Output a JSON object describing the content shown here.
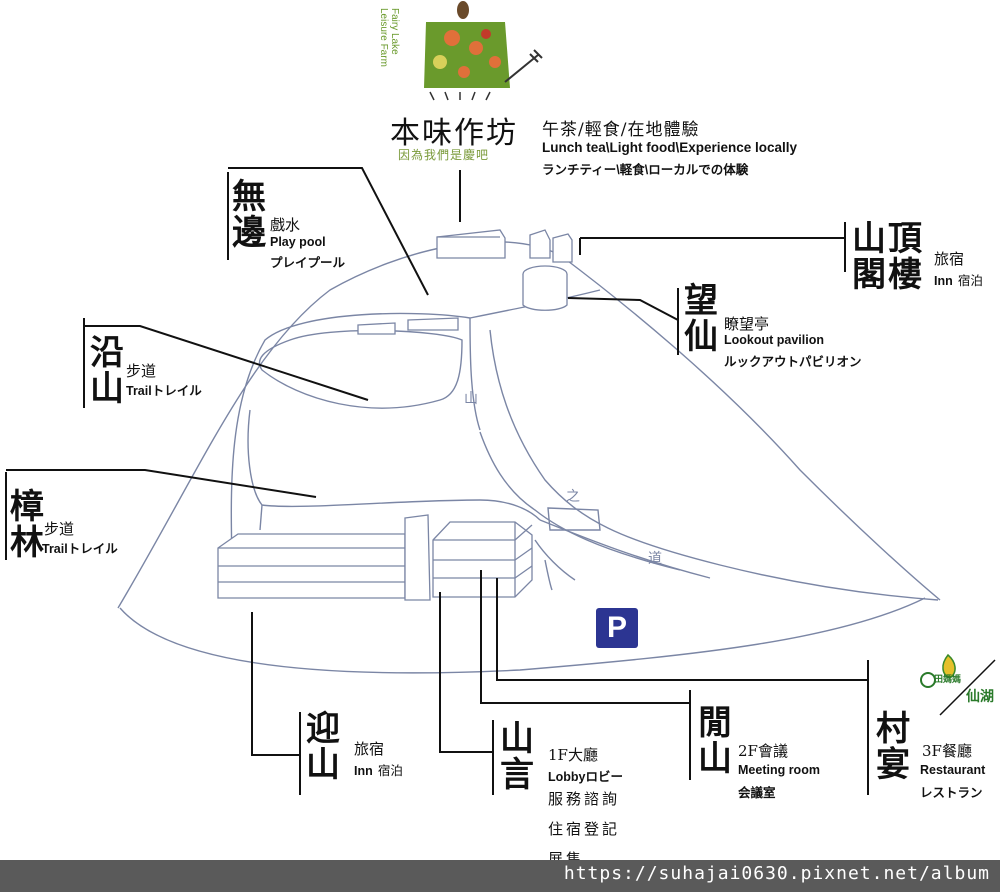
{
  "logo": {
    "side_text_1": "Fairy Lake",
    "side_text_2": "Leisure Farm"
  },
  "workshop": {
    "name": "本味作坊",
    "tagline": "因為我們是慶吧",
    "desc_zh": "午茶/輕食/在地體驗",
    "desc_en": "Lunch tea\\Light food\\Experience locally",
    "desc_jp": "ランチティー\\軽食\\ローカルでの体験"
  },
  "play_pool": {
    "name_1": "無",
    "name_2": "邊",
    "zh": "戲水",
    "en": "Play pool",
    "jp": "プレイプール"
  },
  "inn_top": {
    "name_1": "山頂",
    "name_2": "閣樓",
    "zh": "旅宿",
    "en": "Inn",
    "jp": "宿泊"
  },
  "pavilion": {
    "name_1": "望",
    "name_2": "仙",
    "zh": "瞭望亭",
    "en": "Lookout pavilion",
    "jp": "ルックアウトパビリオン"
  },
  "trail_1": {
    "name_1": "沿",
    "name_2": "山",
    "zh": "步道",
    "en": "Trail",
    "jp": "トレイル"
  },
  "trail_2": {
    "name_1": "樟",
    "name_2": "林",
    "zh": "步道",
    "en": "Trail",
    "jp": "トレイル"
  },
  "road": {
    "char_1": "山",
    "char_2": "之",
    "char_3": "道"
  },
  "parking": {
    "label": "P"
  },
  "inn_bottom": {
    "name_1": "迎",
    "name_2": "山",
    "zh": "旅宿",
    "en": "Inn",
    "jp": "宿泊"
  },
  "lobby": {
    "name_1": "山",
    "name_2": "言",
    "floor": "1F大廳",
    "en": "Lobby",
    "jp": "ロビー",
    "extra_1": "服務諮詢",
    "extra_2": "住宿登記",
    "extra_3": "展售"
  },
  "meeting": {
    "name_1": "閒",
    "name_2": "山",
    "floor": "2F會議",
    "en": "Meeting room",
    "jp": "会議室"
  },
  "restaurant": {
    "name_1": "村",
    "name_2": "宴",
    "floor": "3F餐廳",
    "en": "Restaurant",
    "jp": "レストラン"
  },
  "brand_logo": {
    "text_1": "田媽媽",
    "text_2": "仙湖"
  },
  "footer": {
    "url": "https://suhajai0630.pixnet.net/album"
  },
  "colors": {
    "map_line": "#7b86a5",
    "leader": "#111111",
    "parking_bg": "#2c3592",
    "footer_bg": "#5a5a5a",
    "logo_green": "#6a9a2c",
    "logo_orange": "#e0703a"
  }
}
